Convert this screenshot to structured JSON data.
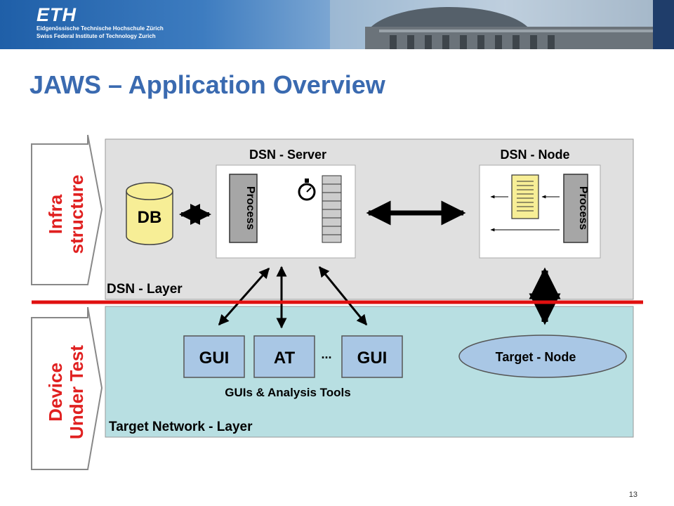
{
  "header": {
    "logo_text": "ETH",
    "line1": "Eidgenössische Technische Hochschule Zürich",
    "line2": "Swiss Federal Institute of Technology Zurich"
  },
  "title": "JAWS – Application Overview",
  "page_number": "13",
  "side_labels": {
    "infra": [
      "Infra",
      "structure"
    ],
    "device": [
      "Device",
      "Under Test"
    ]
  },
  "dsn_layer": {
    "label": "DSN - Layer",
    "server": {
      "title": "DSN - Server",
      "process": "Process"
    },
    "node": {
      "title": "DSN - Node",
      "process": "Process"
    },
    "db": "DB"
  },
  "target_layer": {
    "label": "Target Network - Layer",
    "boxes": [
      "GUI",
      "AT",
      "GUI"
    ],
    "ellipsis": "...",
    "group_caption": "GUIs & Analysis Tools",
    "target_node": "Target - Node"
  },
  "colors": {
    "title": "#3a6ab0",
    "side_text": "#e02020",
    "divider": "#e01010",
    "dsn_bg": "#e0e0e0",
    "target_bg": "#b8dfe2",
    "box_blue": "#a9c7e5",
    "db_yellow": "#f7ee96",
    "process_gray": "#a6a6a6"
  },
  "icons": [
    "stopwatch-icon",
    "document-icon",
    "database-icon"
  ]
}
